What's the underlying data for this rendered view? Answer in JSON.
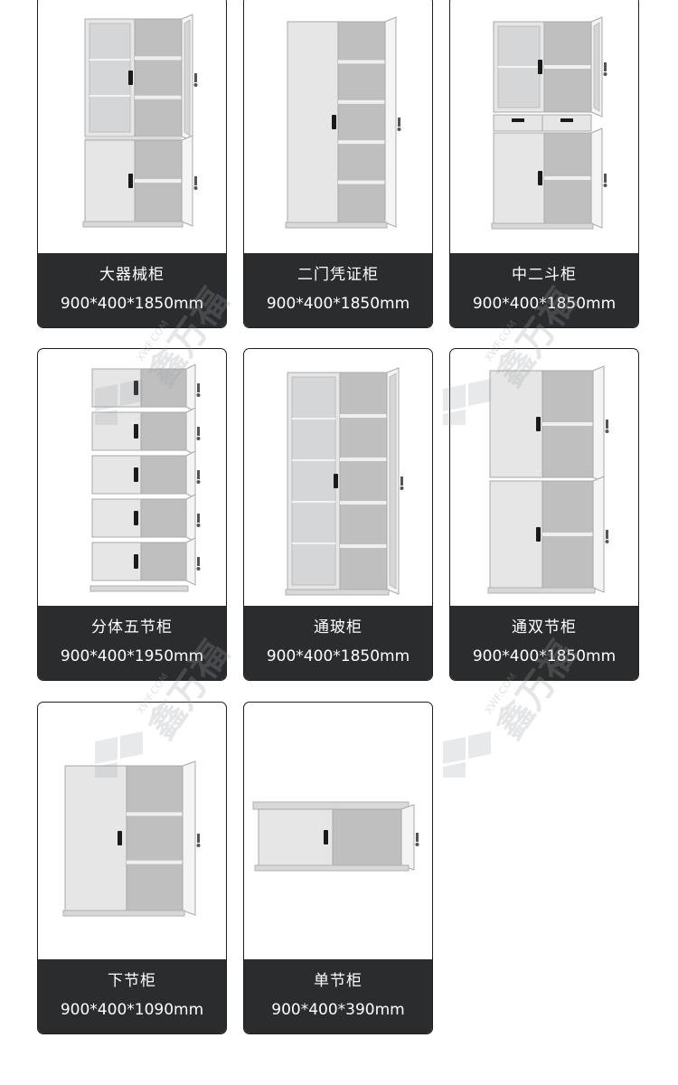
{
  "products": [
    {
      "name": "大器械柜",
      "dims": "900*400*1850mm",
      "style": "glass-top-doors-bottom"
    },
    {
      "name": "二门凭证柜",
      "dims": "900*400*1850mm",
      "style": "two-door-full"
    },
    {
      "name": "中二斗柜",
      "dims": "900*400*1850mm",
      "style": "glass-top-drawers-doors"
    },
    {
      "name": "分体五节柜",
      "dims": "900*400*1950mm",
      "style": "five-section"
    },
    {
      "name": "通玻柜",
      "dims": "900*400*1850mm",
      "style": "full-glass"
    },
    {
      "name": "通双节柜",
      "dims": "900*400*1850mm",
      "style": "double-section"
    },
    {
      "name": "下节柜",
      "dims": "900*400*1090mm",
      "style": "lower-section"
    },
    {
      "name": "单节柜",
      "dims": "900*400*390mm",
      "style": "single-section"
    }
  ],
  "colors": {
    "label_bg": "#2b2c2e",
    "label_text": "#ffffff",
    "card_border": "#1f1f1f",
    "cabinet_body": "#e6e6e6",
    "cabinet_interior": "#bfbfbf",
    "glass": "#d4d6d8",
    "handle": "#1a1a1a"
  },
  "watermark": {
    "text": "鑫万福",
    "domain": "XWF.COM"
  }
}
